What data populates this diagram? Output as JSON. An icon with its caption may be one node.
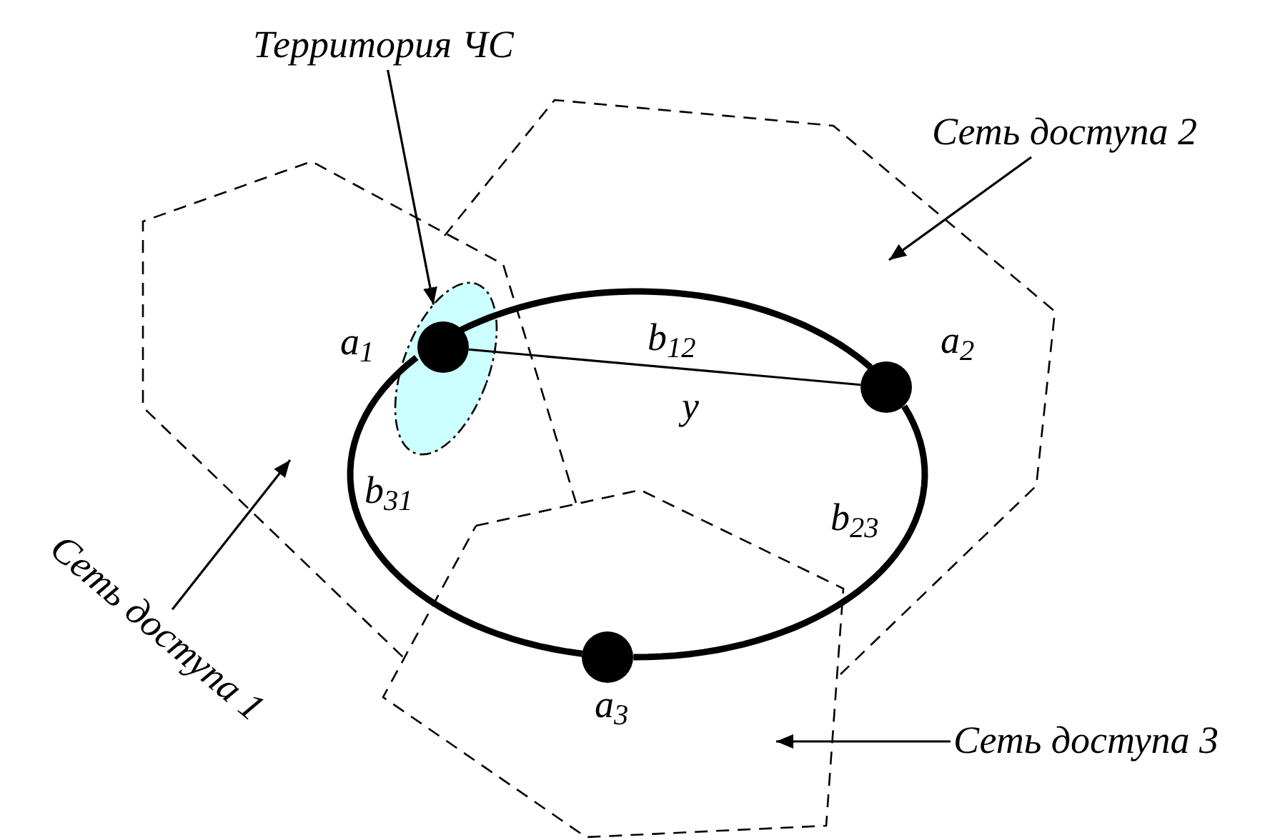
{
  "diagram": {
    "nodes": [
      {
        "text": [
          "Территория ЧС"
        ]
      },
      {
        "text": [
          "Сеть доступа 2"
        ]
      },
      {
        "text": [],
        "shape": "ellipse"
      },
      {
        "text": [],
        "shape": "circle",
        "in": 2,
        "beside": [
          "a$_{1}$"
        ]
      },
      {
        "text": [],
        "shape": "circle",
        "beside": [
          "a$_{2}$"
        ]
      },
      {
        "text": [],
        "shape": "circle",
        "beside": [
          "a$_{3}$"
        ]
      },
      {
        "text": [
          "Сеть доступа 1"
        ]
      },
      {
        "text": [
          "Сеть доступа 3"
        ]
      }
    ],
    "edges": [
      {
        "from": 0,
        "to": 2,
        "arrow": "to"
      },
      {
        "from": 1,
        "to": null,
        "arrow": "to"
      },
      {
        "from": 6,
        "to": null,
        "arrow": "to"
      },
      {
        "from": 7,
        "to": null,
        "arrow": "to"
      },
      {
        "from": 3,
        "to": 4,
        "arrow": "none",
        "label": "b$_{12}$",
        "style": "thick"
      },
      {
        "from": 4,
        "to": 5,
        "arrow": "none",
        "label": "b$_{23}$",
        "style": "thick"
      },
      {
        "from": 5,
        "to": 3,
        "arrow": "none",
        "label": "b$_{31}$",
        "style": "thick"
      },
      {
        "from": 3,
        "to": 4,
        "arrow": "none",
        "label": "y"
      }
    ]
  }
}
